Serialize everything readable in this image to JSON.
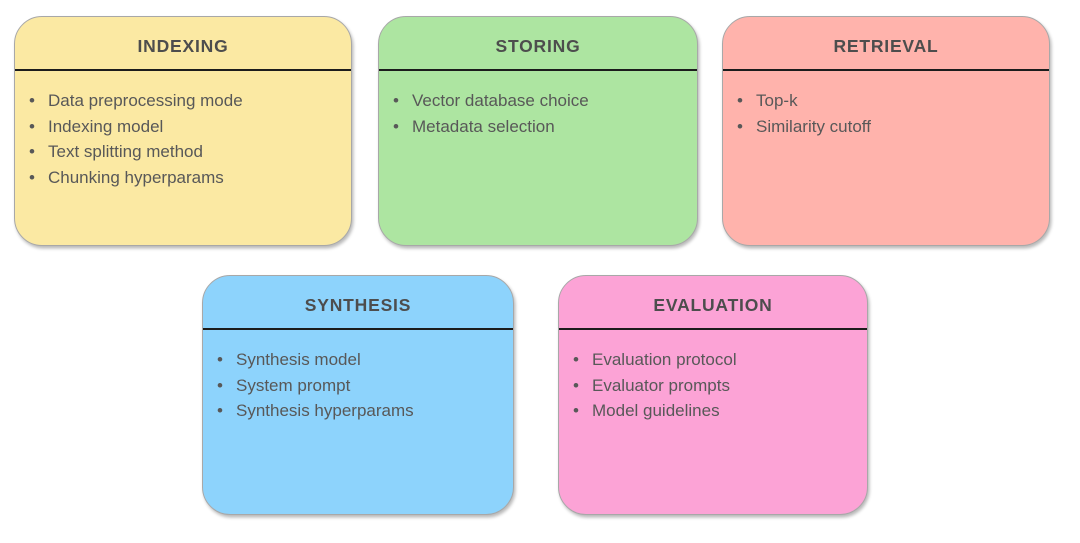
{
  "diagram": {
    "background_color": "#ffffff",
    "cards": [
      {
        "id": "indexing",
        "title": "INDEXING",
        "fill_color": "#FBE9A3",
        "items": [
          "Data preprocessing mode",
          "Indexing model",
          "Text splitting method",
          "Chunking hyperparams"
        ]
      },
      {
        "id": "storing",
        "title": "STORING",
        "fill_color": "#ADE5A1",
        "items": [
          "Vector database choice",
          "Metadata selection"
        ]
      },
      {
        "id": "retrieval",
        "title": "RETRIEVAL",
        "fill_color": "#FFB3AC",
        "items": [
          "Top-k",
          "Similarity cutoff"
        ]
      },
      {
        "id": "synthesis",
        "title": "SYNTHESIS",
        "fill_color": "#8DD3FC",
        "items": [
          "Synthesis model",
          "System prompt",
          "Synthesis hyperparams"
        ]
      },
      {
        "id": "evaluation",
        "title": "EVALUATION",
        "fill_color": "#FCA3D6",
        "items": [
          "Evaluation protocol",
          "Evaluator prompts",
          "Model guidelines"
        ]
      }
    ],
    "bullet_glyph": "•",
    "title_color": "#4d4d4d",
    "item_color": "#585858",
    "divider_color": "#1c1c1c",
    "border_color": "#a8a8a8"
  }
}
